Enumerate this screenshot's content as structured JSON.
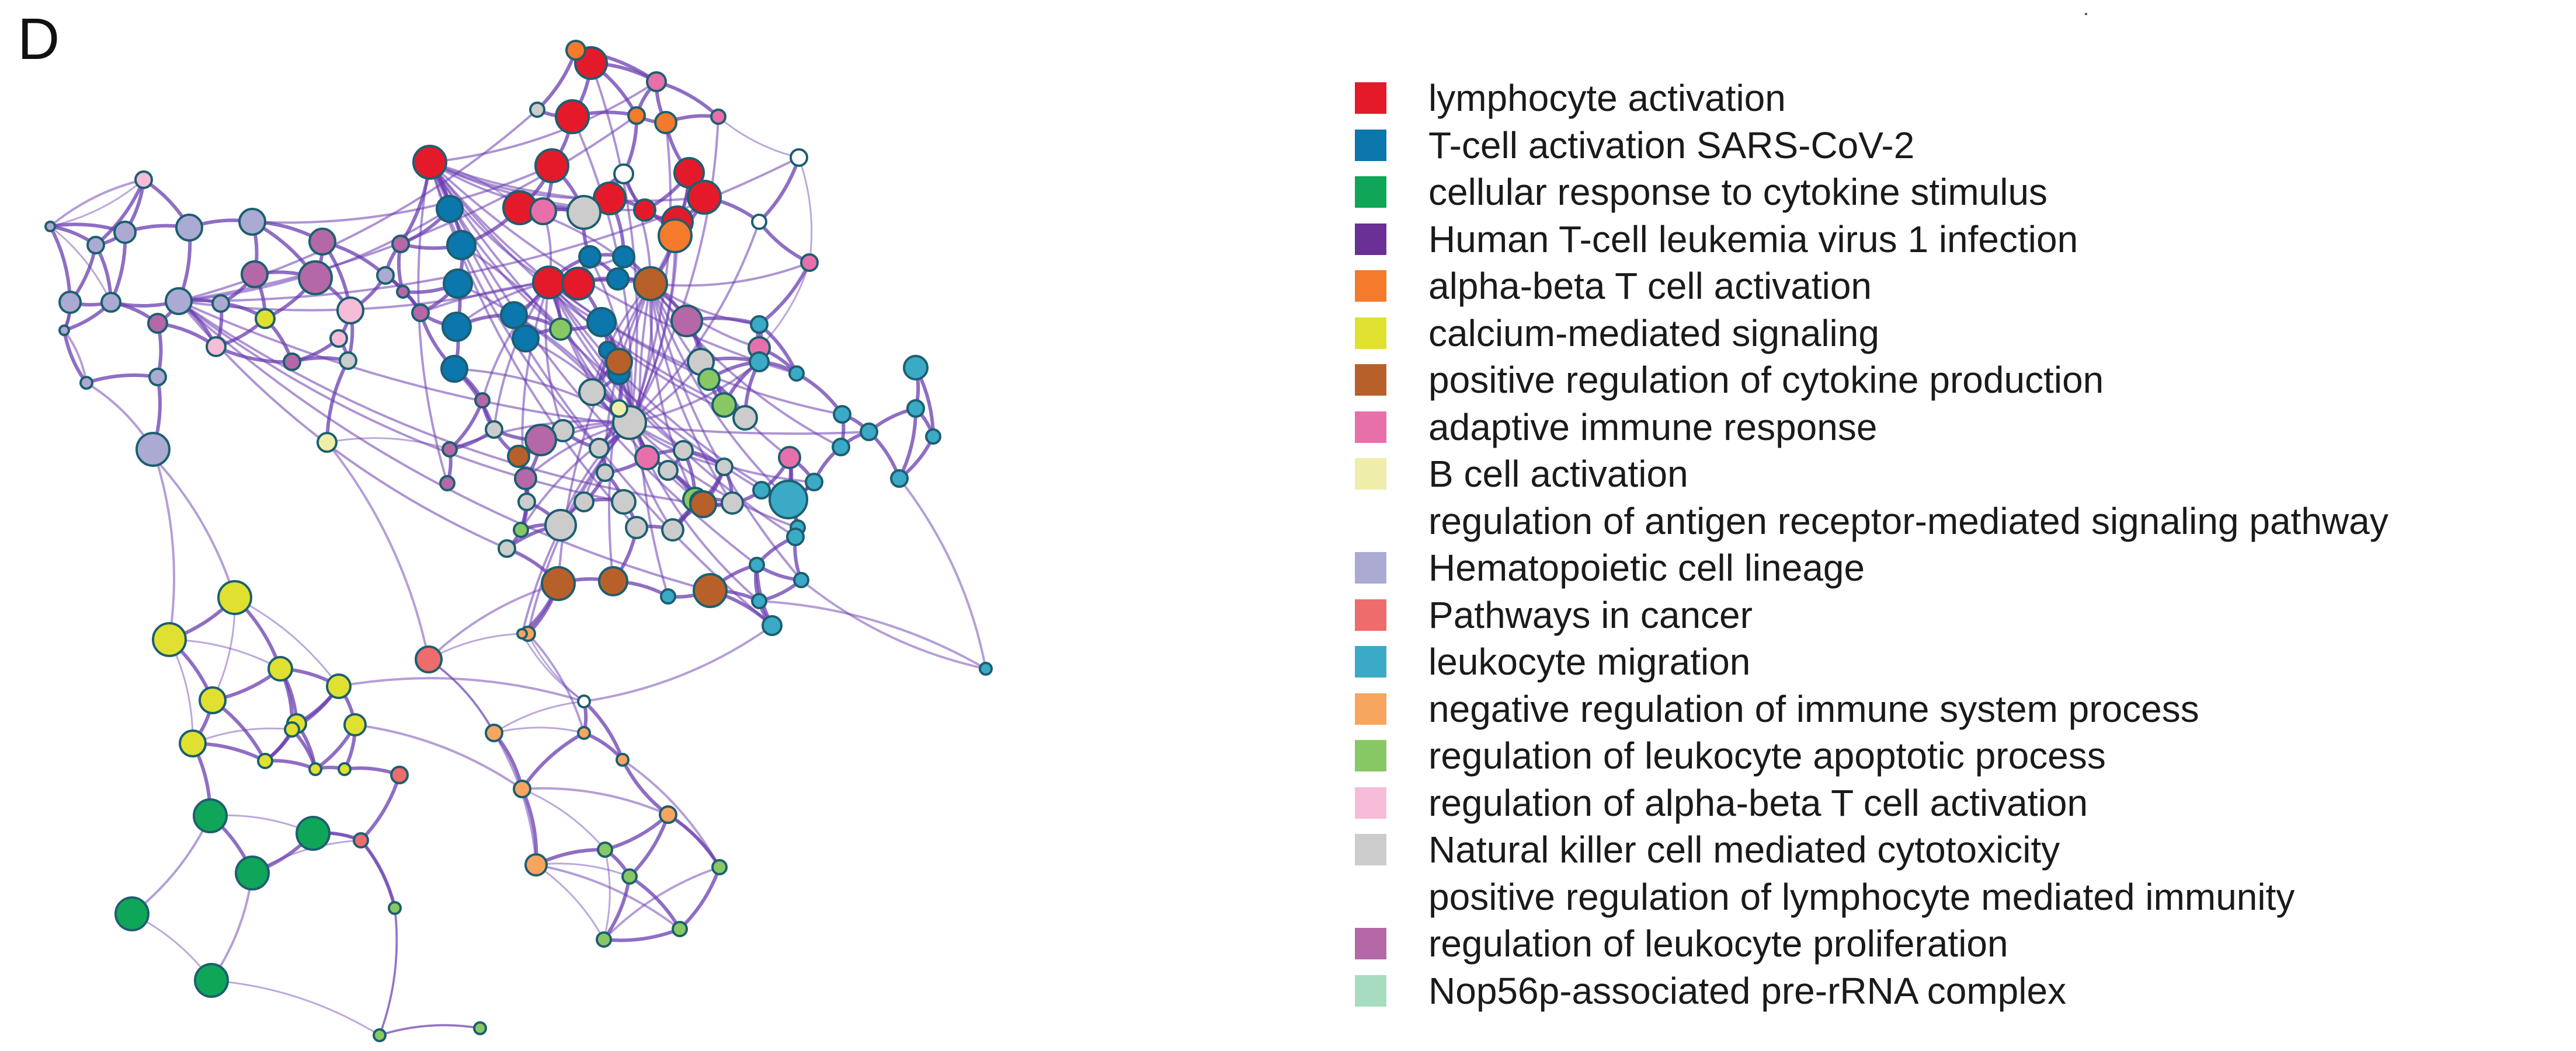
{
  "panel_label": "D",
  "legend": [
    {
      "label": "lymphocyte activation",
      "color": "#e41a2a"
    },
    {
      "label": "T-cell activation SARS-CoV-2",
      "color": "#0b77ac"
    },
    {
      "label": "cellular response to cytokine stimulus",
      "color": "#10a658"
    },
    {
      "label": "Human T-cell leukemia virus 1 infection",
      "color": "#6a3093"
    },
    {
      "label": "alpha-beta T cell activation",
      "color": "#f47a2c"
    },
    {
      "label": "calcium-mediated signaling",
      "color": "#e0e030"
    },
    {
      "label": "positive regulation of cytokine production",
      "color": "#b8602a"
    },
    {
      "label": "adaptive immune response",
      "color": "#e870aa"
    },
    {
      "label": "B cell activation",
      "color": "#eeeeaa"
    },
    {
      "label": "regulation of antigen receptor-mediated signaling pathway",
      "color": "#ffffff"
    },
    {
      "label": "Hematopoietic cell lineage",
      "color": "#aaaad2"
    },
    {
      "label": "Pathways in cancer",
      "color": "#ef6c6c"
    },
    {
      "label": "leukocyte migration",
      "color": "#3aaac6"
    },
    {
      "label": "negative regulation of immune system process",
      "color": "#f7a660"
    },
    {
      "label": "regulation of leukocyte apoptotic process",
      "color": "#88c864"
    },
    {
      "label": "regulation of alpha-beta T cell activation",
      "color": "#f6bcd8"
    },
    {
      "label": "Natural killer cell mediated cytotoxicity",
      "color": "#cccccc"
    },
    {
      "label": "positive regulation of lymphocyte mediated immunity",
      "color": "#ffffff"
    },
    {
      "label": "regulation of leukocyte proliferation",
      "color": "#b468a8"
    },
    {
      "label": "Nop56p-associated pre-rRNA complex",
      "color": "#a8dcc0"
    }
  ],
  "colors": {
    "edge": "#6a3db0",
    "node_stroke": "#1d5f70"
  }
}
